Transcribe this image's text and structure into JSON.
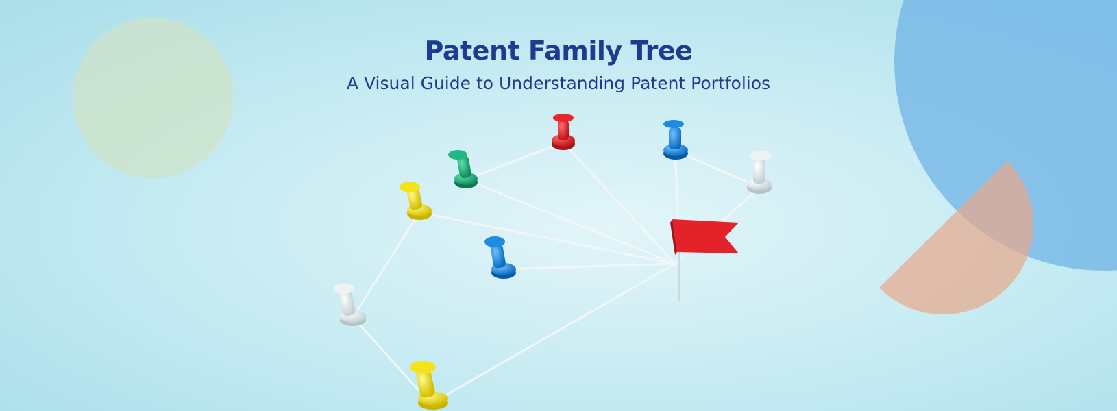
{
  "banner": {
    "title": "Patent Family Tree",
    "subtitle": "A Visual Guide to Understanding Patent Portfolios"
  },
  "colors": {
    "title": "#1f3b8f",
    "background_light": "#e2f5f9",
    "background_edge": "#a9deea",
    "circle_left": "#cfe3c8",
    "circle_right": "#6fb3e6",
    "half_circle": "#e7a98e",
    "string": "#f4f7f8"
  },
  "illustration": {
    "description_icons": [
      "pushpin-icon",
      "flag-icon",
      "string-network"
    ],
    "pins": [
      {
        "name": "red-pin",
        "color": "#e1262a"
      },
      {
        "name": "green-pin",
        "color": "#1fb07a"
      },
      {
        "name": "blue-pin-top",
        "color": "#1e8de0"
      },
      {
        "name": "white-pin-top",
        "color": "#e6ecec"
      },
      {
        "name": "yellow-pin-top",
        "color": "#f2e31a"
      },
      {
        "name": "blue-pin-middle",
        "color": "#1e8de0"
      },
      {
        "name": "white-pin-left",
        "color": "#e6ecec"
      },
      {
        "name": "yellow-pin-bottom",
        "color": "#f2e31a"
      }
    ],
    "flag_color": "#e3222a"
  }
}
